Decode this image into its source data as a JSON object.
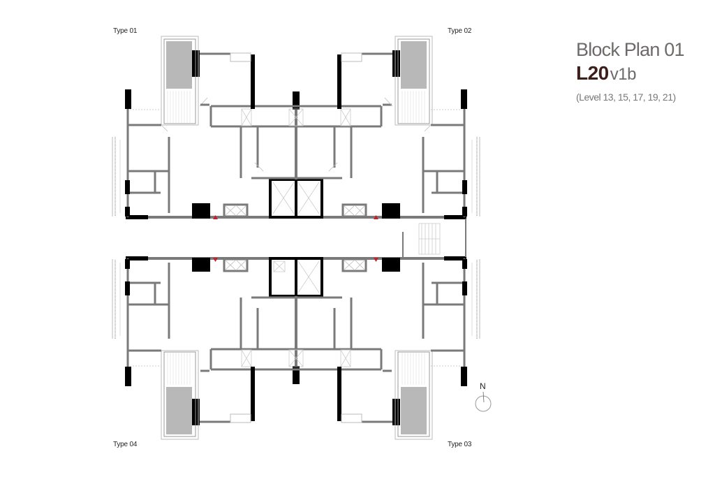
{
  "title": {
    "line1": "Block Plan 01",
    "level_code": "L20",
    "version": "v1b",
    "levels": "(Level 13, 15, 17, 19, 21)"
  },
  "unit_types": [
    {
      "id": "type-01",
      "label": "Type 01",
      "position": "top-left"
    },
    {
      "id": "type-02",
      "label": "Type 02",
      "position": "top-right"
    },
    {
      "id": "type-03",
      "label": "Type 03",
      "position": "bottom-right"
    },
    {
      "id": "type-04",
      "label": "Type 04",
      "position": "bottom-left"
    }
  ],
  "compass": {
    "label": "N",
    "icon": "north-arrow-icon"
  },
  "colors": {
    "wall_dark": "#000000",
    "wall_grey": "#7a7a7a",
    "planter": "#b8b8b8",
    "title_accent": "#3d1f1a",
    "title_text": "#6d6a6a",
    "marker_red": "#c8202a"
  }
}
